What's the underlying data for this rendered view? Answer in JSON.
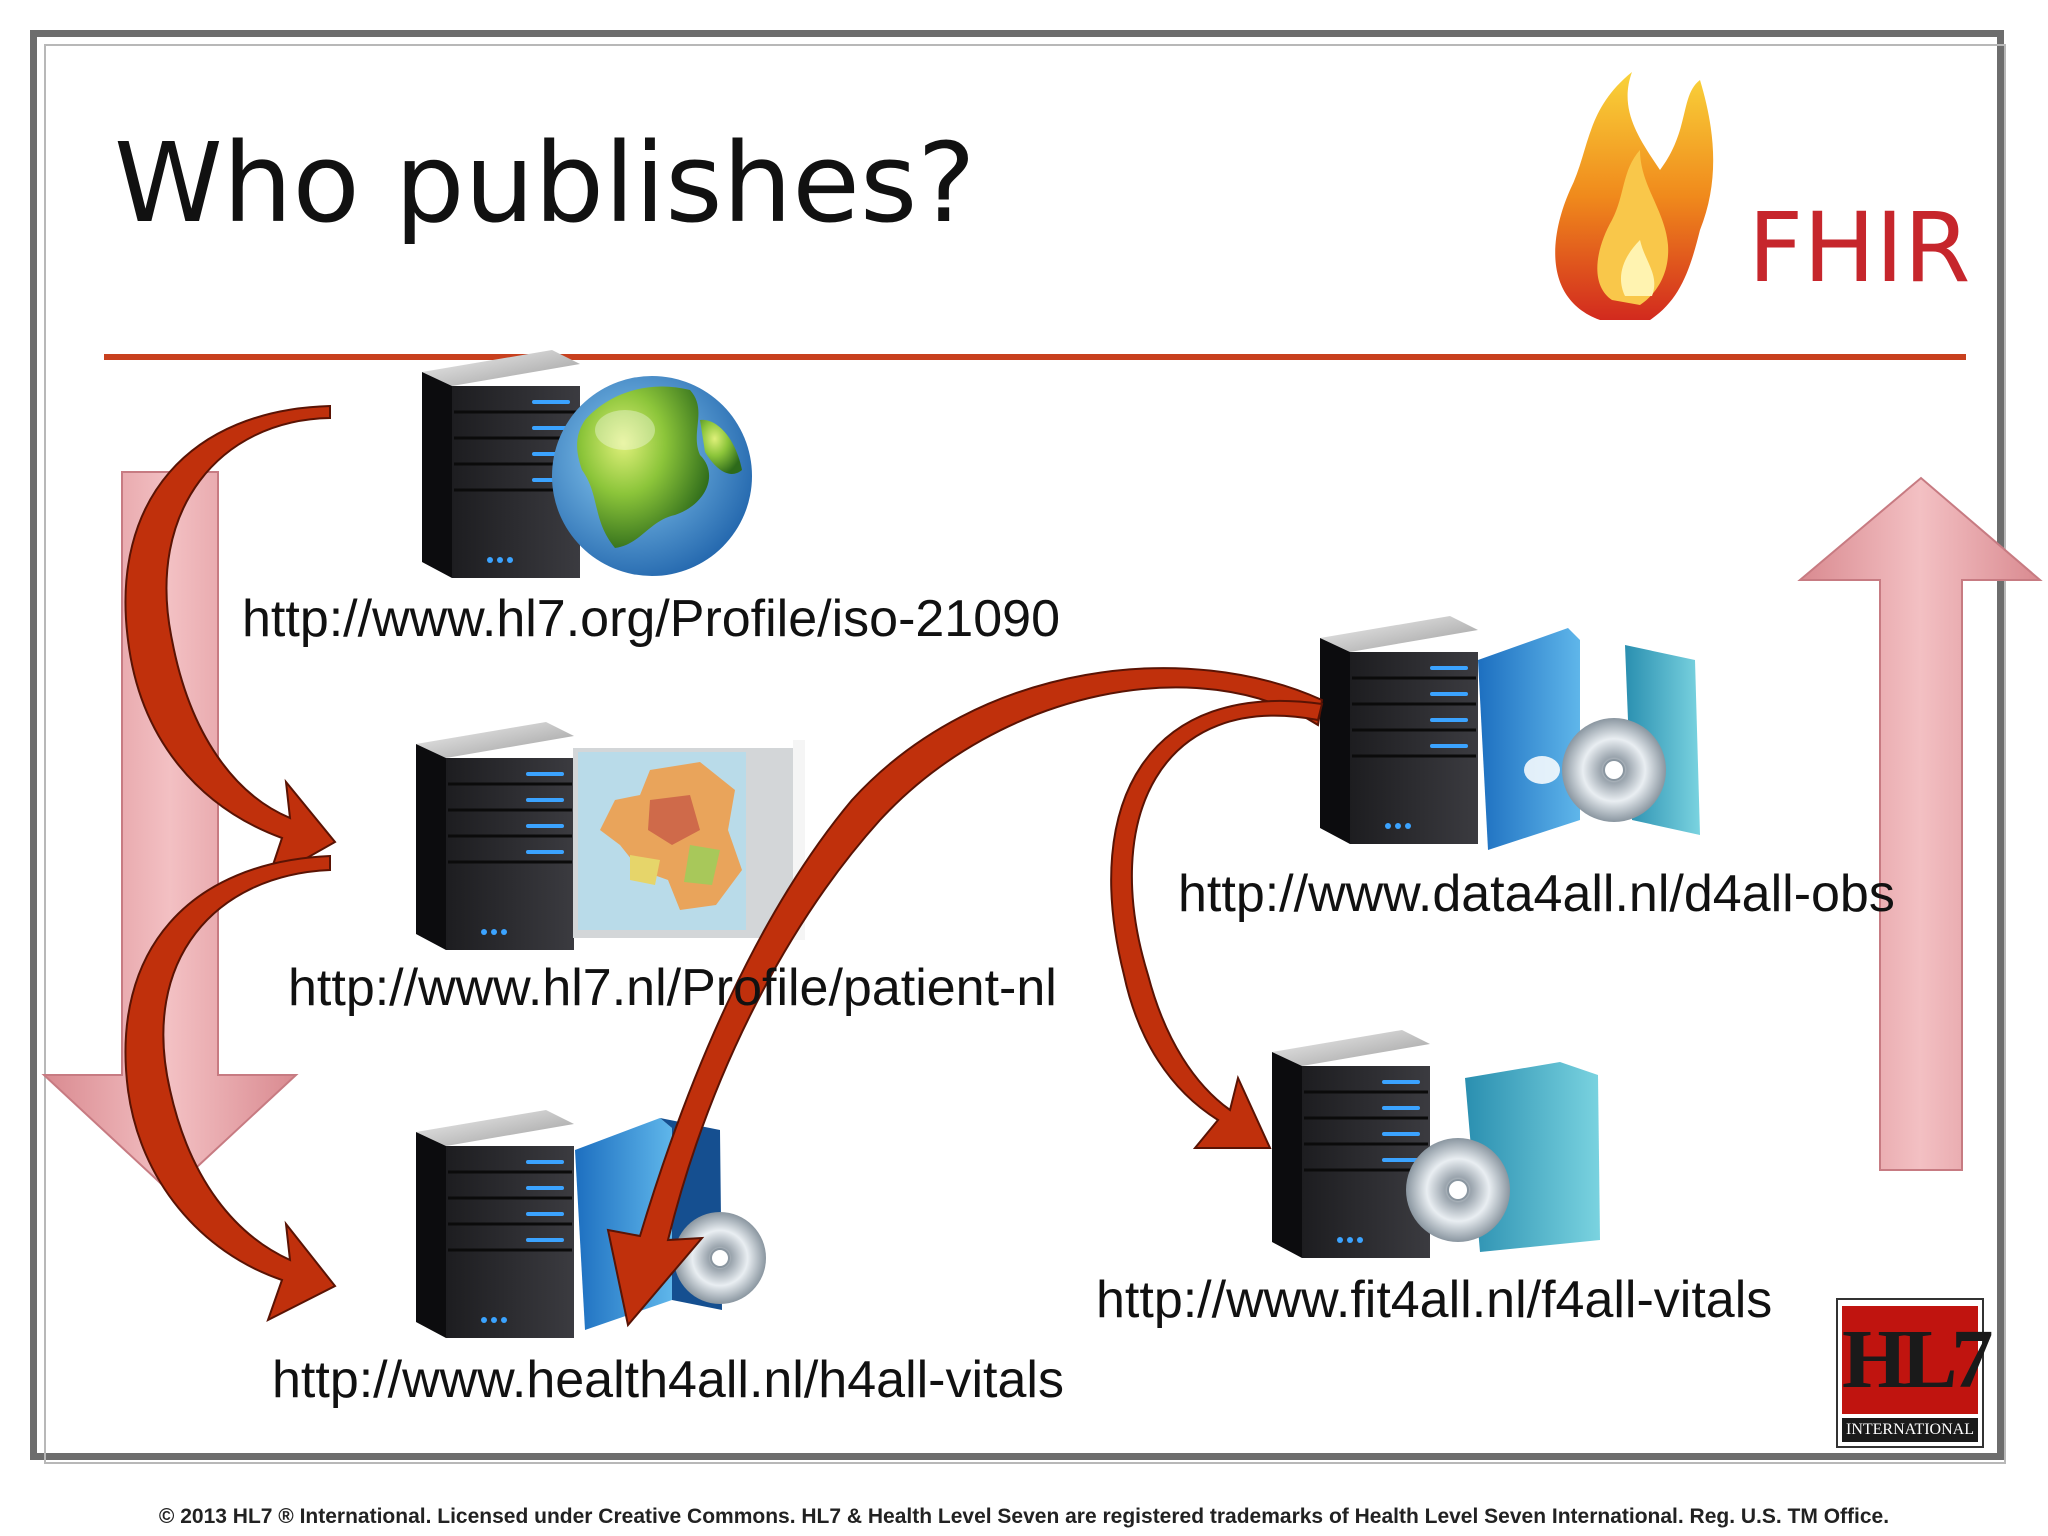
{
  "slide": {
    "title": "Who publishes?",
    "logo_text": "FHIR",
    "servers": [
      {
        "url": "http://www.hl7.org/Profile/iso-21090",
        "badge": "globe-icon"
      },
      {
        "url": "http://www.hl7.nl/Profile/patient-nl",
        "badge": "netherlands-map-icon"
      },
      {
        "url": "http://www.health4all.nl/h4all-vitals",
        "badge": "software-box-icon"
      },
      {
        "url": "http://www.data4all.nl/d4all-obs",
        "badge": "software-box-icon"
      },
      {
        "url": "http://www.fit4all.nl/f4all-vitals",
        "badge": "software-box-icon"
      }
    ],
    "hl7_logo": {
      "main": "HL7",
      "sub": "INTERNATIONAL"
    },
    "footer": "© 2013 HL7 ® International. Licensed under Creative Commons. HL7 & Health Level Seven are registered trademarks of Health Level Seven International. Reg. U.S. TM Office."
  },
  "colors": {
    "divider": "#c8401e",
    "curve_arrow": "#c0300c",
    "big_arrow": "#e8a0a4",
    "fhir_text": "#c6262c"
  }
}
